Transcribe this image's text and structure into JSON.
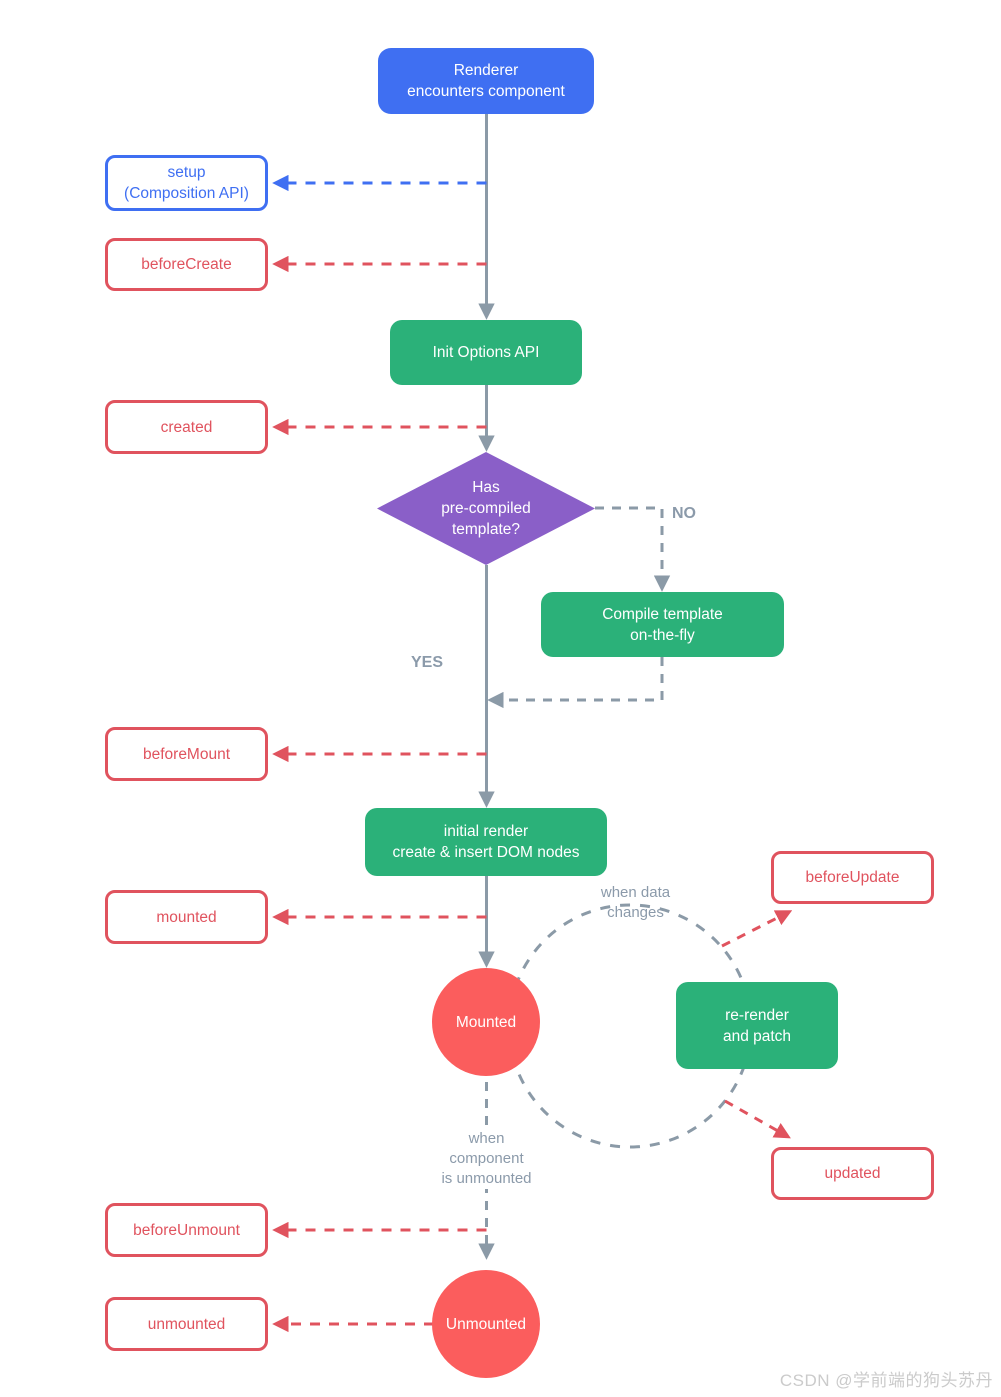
{
  "nodes": {
    "renderer": {
      "label": "Renderer\nencounters component"
    },
    "setup": {
      "label": "setup\n(Composition API)"
    },
    "before_create": {
      "label": "beforeCreate"
    },
    "init_options": {
      "label": "Init Options API"
    },
    "created": {
      "label": "created"
    },
    "has_template": {
      "label": "Has\npre-compiled\ntemplate?"
    },
    "compile": {
      "label": "Compile template\non-the-fly"
    },
    "before_mount": {
      "label": "beforeMount"
    },
    "initial_render": {
      "label": "initial render\ncreate & insert DOM nodes"
    },
    "mounted_hook": {
      "label": "mounted"
    },
    "mounted_state": {
      "label": "Mounted"
    },
    "re_render": {
      "label": "re-render\nand patch"
    },
    "before_update": {
      "label": "beforeUpdate"
    },
    "updated": {
      "label": "updated"
    },
    "before_unmount": {
      "label": "beforeUnmount"
    },
    "unmounted_state": {
      "label": "Unmounted"
    },
    "unmounted_hook": {
      "label": "unmounted"
    }
  },
  "edge_labels": {
    "no": "NO",
    "yes": "YES",
    "when_data_changes": "when data\nchanges",
    "when_unmounted": "when\ncomponent\nis unmounted"
  },
  "colors": {
    "blue": "#3f6ff2",
    "green": "#2bb179",
    "purple": "#8a5fc8",
    "salmon": "#fb5d5d",
    "red_accent": "#e0535e",
    "line_gray": "#8b9aa7",
    "label_gray": "#8b9aaa",
    "watermark_gray": "#cbcbcb"
  },
  "watermark": "CSDN @学前端的狗头苏丹"
}
